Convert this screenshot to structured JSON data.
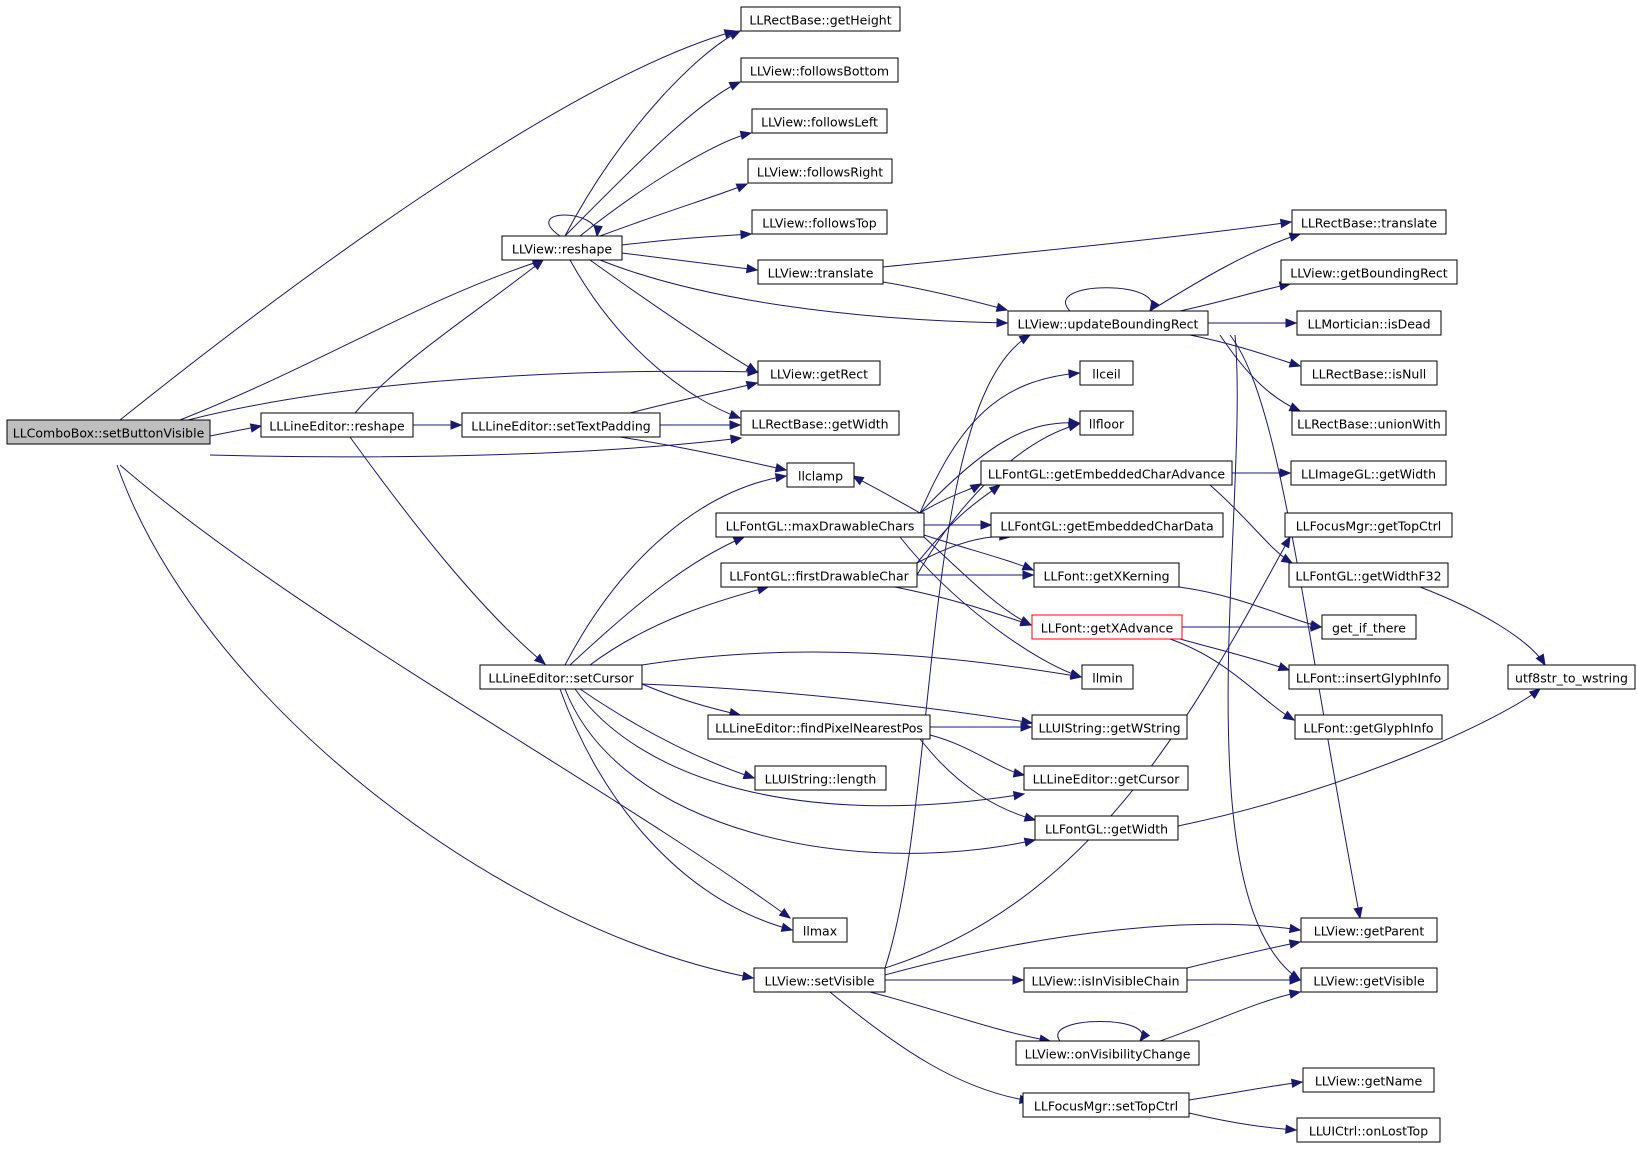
{
  "graph": {
    "edge_color": "#191970",
    "root_fill": "#bfbfbf",
    "highlight_border": "#ff0000",
    "nodes": {
      "combo_setButtonVisible": "LLComboBox::setButtonVisible",
      "rect_getHeight": "LLRectBase::getHeight",
      "view_followsBottom": "LLView::followsBottom",
      "view_followsLeft": "LLView::followsLeft",
      "view_followsRight": "LLView::followsRight",
      "view_followsTop": "LLView::followsTop",
      "view_reshape": "LLView::reshape",
      "view_translate": "LLView::translate",
      "view_getRect": "LLView::getRect",
      "rect_getWidth": "LLRectBase::getWidth",
      "lineeditor_reshape": "LLLineEditor::reshape",
      "lineeditor_setTextPadding": "LLLineEditor::setTextPadding",
      "llclamp": "llclamp",
      "fontgl_maxDrawableChars": "LLFontGL::maxDrawableChars",
      "fontgl_firstDrawableChar": "LLFontGL::firstDrawableChar",
      "lineeditor_setCursor": "LLLineEditor::setCursor",
      "lineeditor_findPixelNearestPos": "LLLineEditor::findPixelNearestPos",
      "uistring_length": "LLUIString::length",
      "llmax": "llmax",
      "view_setVisible": "LLView::setVisible",
      "view_updateBoundingRect": "LLView::updateBoundingRect",
      "llceil": "llceil",
      "llfloor": "llfloor",
      "fontgl_getEmbeddedCharAdvance": "LLFontGL::getEmbeddedCharAdvance",
      "fontgl_getEmbeddedCharData": "LLFontGL::getEmbeddedCharData",
      "font_getXKerning": "LLFont::getXKerning",
      "font_getXAdvance": "LLFont::getXAdvance",
      "llmin": "llmin",
      "uistring_getWString": "LLUIString::getWString",
      "lineeditor_getCursor": "LLLineEditor::getCursor",
      "fontgl_getWidth": "LLFontGL::getWidth",
      "view_isInVisibleChain": "LLView::isInVisibleChain",
      "view_onVisibilityChange": "LLView::onVisibilityChange",
      "focusmgr_setTopCtrl": "LLFocusMgr::setTopCtrl",
      "rect_translate": "LLRectBase::translate",
      "view_getBoundingRect": "LLView::getBoundingRect",
      "mortician_isDead": "LLMortician::isDead",
      "rect_isNull": "LLRectBase::isNull",
      "rect_unionWith": "LLRectBase::unionWith",
      "imagegl_getWidth": "LLImageGL::getWidth",
      "focusmgr_getTopCtrl": "LLFocusMgr::getTopCtrl",
      "fontgl_getWidthF32": "LLFontGL::getWidthF32",
      "get_if_there": "get_if_there",
      "font_insertGlyphInfo": "LLFont::insertGlyphInfo",
      "font_getGlyphInfo": "LLFont::getGlyphInfo",
      "view_getParent": "LLView::getParent",
      "view_getVisible": "LLView::getVisible",
      "view_getName": "LLView::getName",
      "uictrl_onLostTop": "LLUICtrl::onLostTop",
      "utf8str_to_wstring": "utf8str_to_wstring"
    }
  }
}
